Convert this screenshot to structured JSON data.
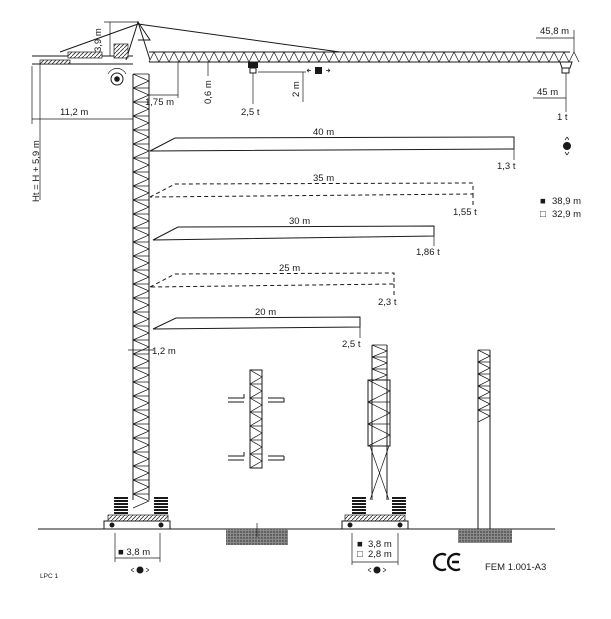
{
  "dimensions": {
    "tip_height": "3,9 m",
    "jib_length": "45,8 m",
    "counter_jib": "11,2 m",
    "counter_offset": "1,75 m",
    "trolley_gap": "0,6 m",
    "hook_drop": "2 m",
    "height_formula": "Ht = H + 5,9 m",
    "mast_width": "1,2 m"
  },
  "trolley_load": "2,5 t",
  "tip_radius": "45 m",
  "tip_load": "1 t",
  "jib_variants": [
    {
      "length": "40 m",
      "load": "1,3 t",
      "style": "solid"
    },
    {
      "length": "35 m",
      "load": "1,55 t",
      "style": "dashed"
    },
    {
      "length": "30 m",
      "load": "1,86 t",
      "style": "solid"
    },
    {
      "length": "25 m",
      "load": "2,3 t",
      "style": "dashed"
    },
    {
      "length": "20 m",
      "load": "2,5 t",
      "style": "solid"
    }
  ],
  "heights": [
    {
      "symbol": "■",
      "value": "38,9 m"
    },
    {
      "symbol": "□",
      "value": "32,9 m"
    }
  ],
  "base_left": "■ 3,8 m",
  "base_right": [
    {
      "symbol": "■",
      "value": "3,8 m"
    },
    {
      "symbol": "□",
      "value": "2,8 m"
    }
  ],
  "certification": {
    "mark": "CE",
    "standard": "FEM 1.001-A3"
  },
  "code": "LPC 1"
}
